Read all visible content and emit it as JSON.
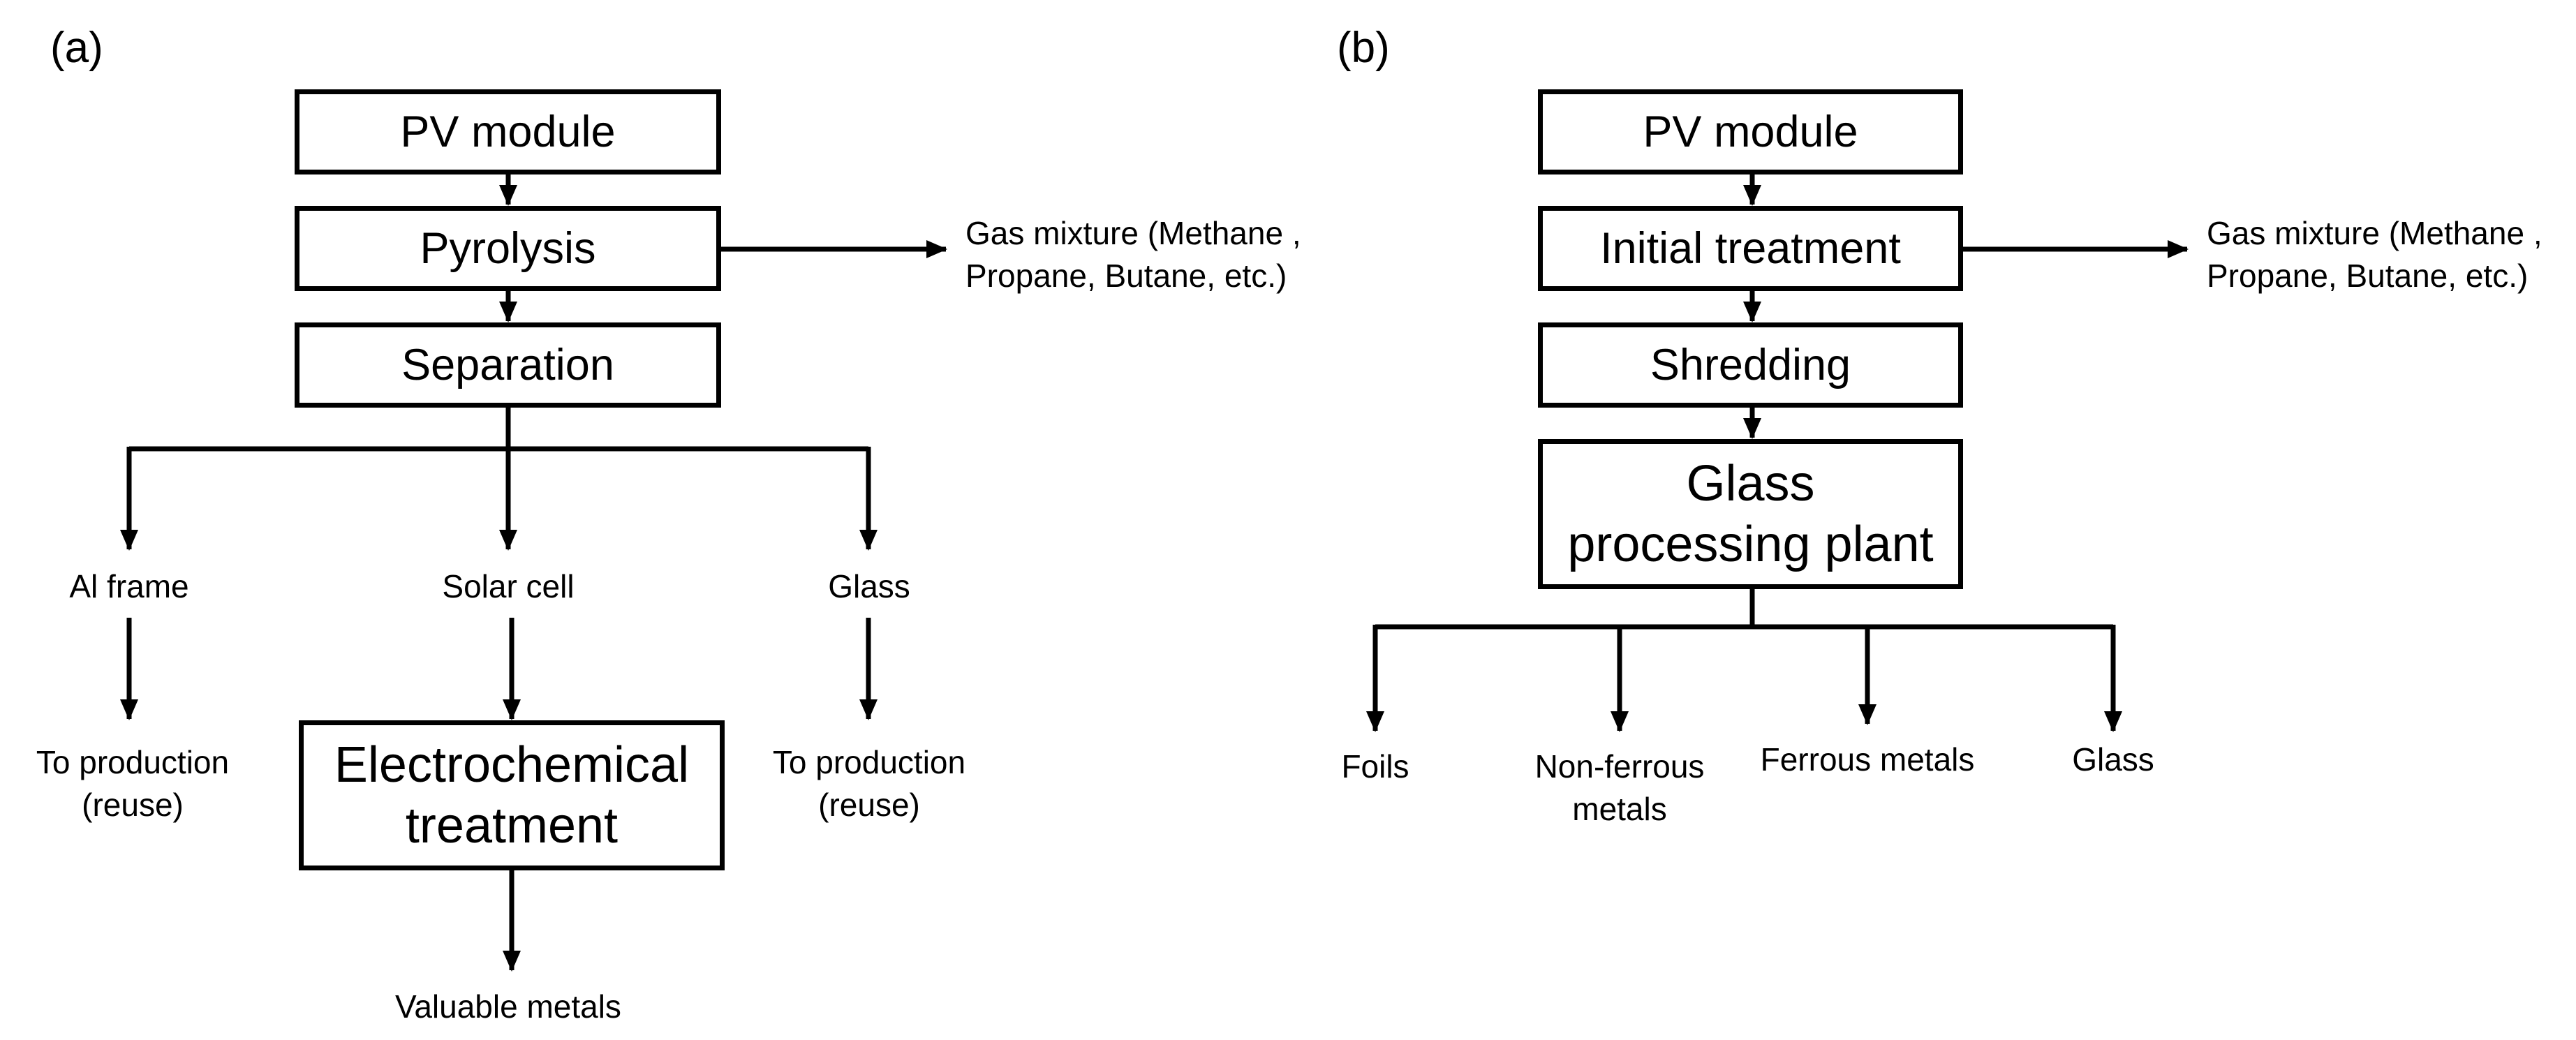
{
  "panel_a": {
    "label": "(a)",
    "boxes": {
      "pv_module": "PV module",
      "pyrolysis": "Pyrolysis",
      "separation": "Separation",
      "electrochemical_line1": "Electrochemical",
      "electrochemical_line2": "treatment"
    },
    "outputs": {
      "gas_line1": "Gas mixture (Methane ,",
      "gas_line2": "Propane, Butane, etc.)",
      "al_frame": "Al frame",
      "solar_cell": "Solar cell",
      "glass": "Glass",
      "to_production_left_line1": "To production",
      "to_production_left_line2": "(reuse)",
      "to_production_right_line1": "To production",
      "to_production_right_line2": "(reuse)",
      "valuable_metals": "Valuable metals"
    }
  },
  "panel_b": {
    "label": "(b)",
    "boxes": {
      "pv_module": "PV module",
      "initial_treatment": "Initial treatment",
      "shredding": "Shredding",
      "glass_plant_line1": "Glass",
      "glass_plant_line2": "processing plant"
    },
    "outputs": {
      "gas_line1": "Gas mixture (Methane ,",
      "gas_line2": "Propane, Butane, etc.)",
      "foils": "Foils",
      "non_ferrous_line1": "Non-ferrous",
      "non_ferrous_line2": "metals",
      "ferrous_metals": "Ferrous metals",
      "glass": "Glass"
    }
  }
}
